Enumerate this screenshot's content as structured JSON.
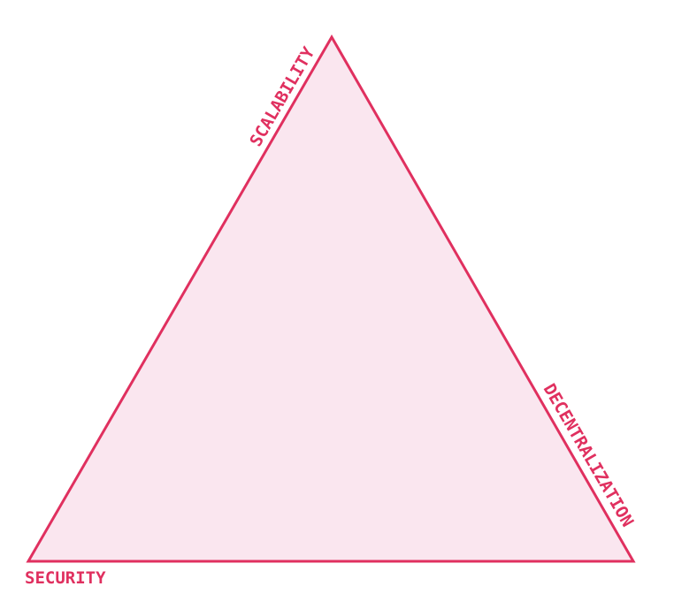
{
  "diagram": {
    "vertices": {
      "top": "SCALABILITY",
      "bottom_left": "SECURITY",
      "bottom_right": "DECENTRALIZATION"
    },
    "colors": {
      "stroke": "#e0305f",
      "fill": "#fae6ef",
      "label": "#e0305f"
    }
  }
}
